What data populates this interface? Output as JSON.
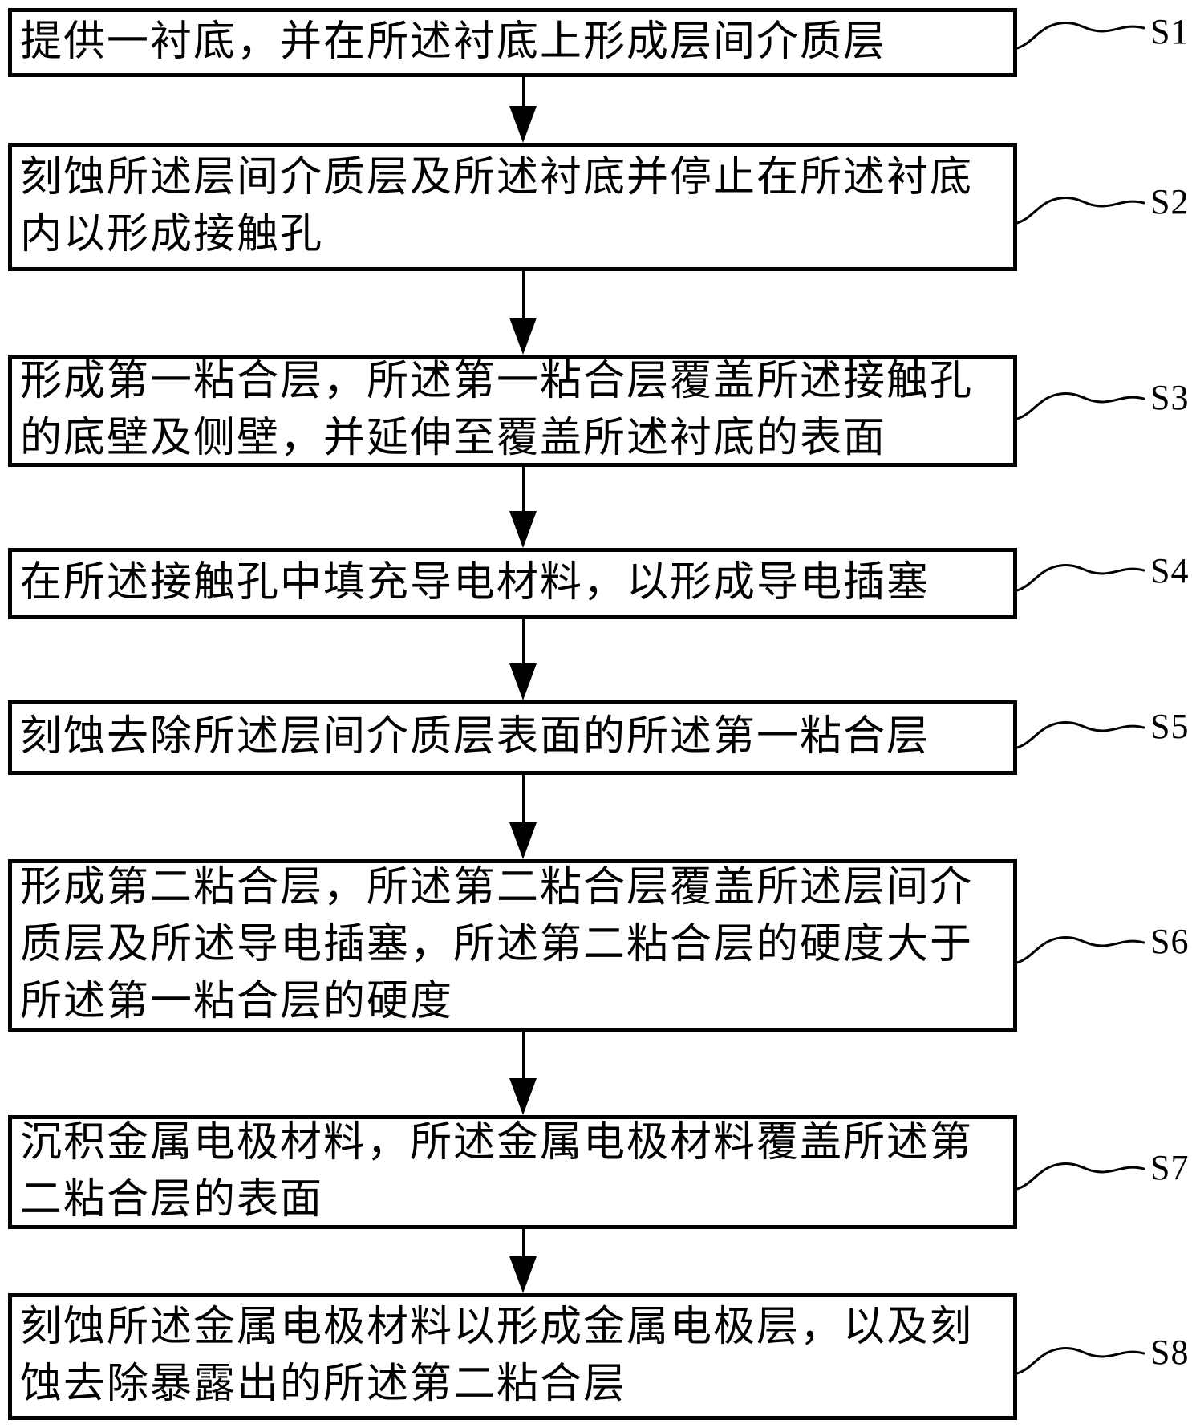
{
  "figure": {
    "type": "patent-process-flowchart",
    "background_color": "#ffffff",
    "ink_color": "#000000",
    "step_count": 8
  },
  "steps": [
    {
      "label": "S1",
      "text": "提供一衬底，并在所述衬底上形成层间介质层"
    },
    {
      "label": "S2",
      "text": "刻蚀所述层间介质层及所述衬底并停止在所述衬底内以形成接触孔"
    },
    {
      "label": "S3",
      "text": "形成第一粘合层，所述第一粘合层覆盖所述接触孔的底壁及侧壁，并延伸至覆盖所述衬底的表面"
    },
    {
      "label": "S4",
      "text": "在所述接触孔中填充导电材料，以形成导电插塞"
    },
    {
      "label": "S5",
      "text": "刻蚀去除所述层间介质层表面的所述第一粘合层"
    },
    {
      "label": "S6",
      "text": "形成第二粘合层，所述第二粘合层覆盖所述层间介质层及所述导电插塞，所述第二粘合层的硬度大于所述第一粘合层的硬度"
    },
    {
      "label": "S7",
      "text": "沉积金属电极材料，所述金属电极材料覆盖所述第二粘合层的表面"
    },
    {
      "label": "S8",
      "text": "刻蚀所述金属电极材料以形成金属电极层，以及刻蚀去除暴露出的所述第二粘合层"
    }
  ]
}
